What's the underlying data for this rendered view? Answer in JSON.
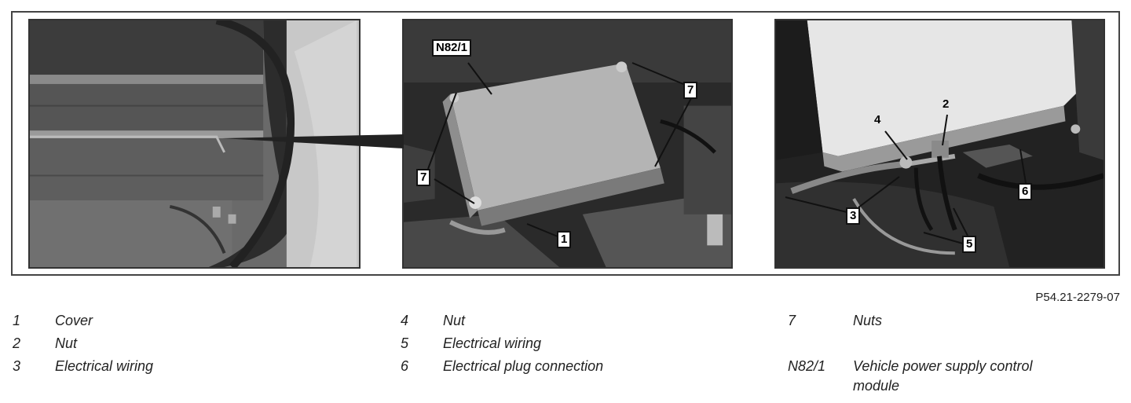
{
  "figure_ref": "P54.21-2279-07",
  "callouts": {
    "n82": "N82/1",
    "nuts_upper": "7",
    "nuts_left": "7",
    "cover": "1",
    "wiring_3": "3",
    "nut_4": "4",
    "nut_2": "2",
    "wiring_5": "5",
    "plug_6": "6"
  },
  "legend": [
    {
      "num": "1",
      "text": "Cover"
    },
    {
      "num": "2",
      "text": "Nut"
    },
    {
      "num": "3",
      "text": "Electrical wiring"
    },
    {
      "num": "4",
      "text": "Nut"
    },
    {
      "num": "5",
      "text": "Electrical wiring"
    },
    {
      "num": "6",
      "text": "Electrical plug connection"
    },
    {
      "num": "7",
      "text": "Nuts"
    },
    {
      "num": "N82/1",
      "text": "Vehicle power supply control",
      "text2": "module"
    }
  ]
}
